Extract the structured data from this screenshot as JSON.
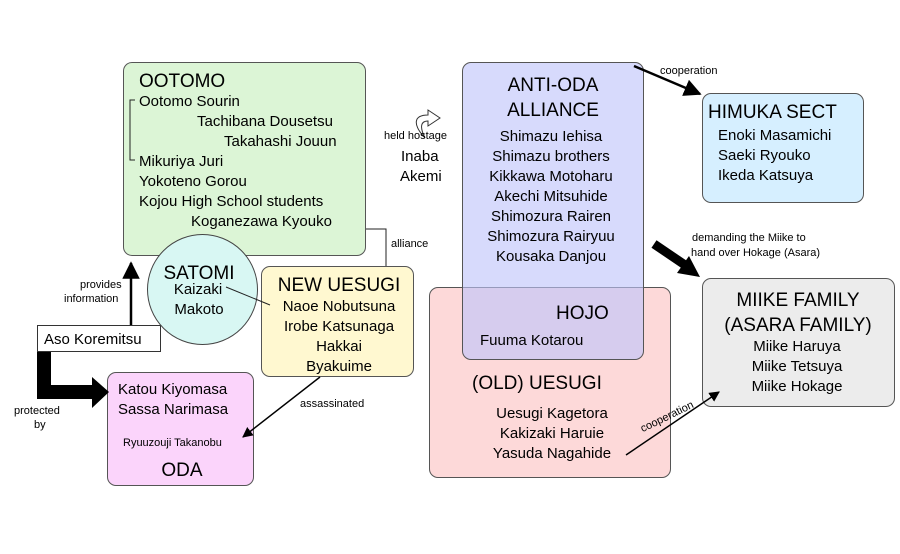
{
  "groups": {
    "ootomo": {
      "title": "OOTOMO",
      "members": [
        "Ootomo Sourin",
        "Tachibana Dousetsu",
        "Takahashi Jouun",
        "Mikuriya Juri",
        "Yokoteno Gorou",
        "Kojou High School students",
        "Koganezawa Kyouko"
      ],
      "color": "#dcf5d6"
    },
    "satomi": {
      "title": "SATOMI",
      "members": [
        "Kaizaki",
        "Makoto"
      ],
      "color": "#d8f7f3"
    },
    "new_uesugi": {
      "title": "NEW UESUGI",
      "members": [
        "Naoe Nobutsuna",
        "Irobe Katsunaga",
        "Hakkai",
        "Byakuime"
      ],
      "color": "#fff8d0"
    },
    "oda": {
      "title": "ODA",
      "members": [
        "Katou Kiyomasa",
        "Sassa Narimasa",
        "Ryuuzouji Takanobu"
      ],
      "color": "#fbd4fb"
    },
    "aso": {
      "label": "Aso Koremitsu"
    },
    "anti_oda": {
      "title_line1": "ANTI-ODA",
      "title_line2": "ALLIANCE",
      "members": [
        "Shimazu Iehisa",
        "Shimazu brothers",
        "Kikkawa Motoharu",
        "Akechi Mitsuhide",
        "Shimozura Rairen",
        "Shimozura Rairyuu",
        "Kousaka Danjou"
      ],
      "color": "#d6d8fb"
    },
    "hojo": {
      "title": "HOJO",
      "members": [
        "Fuuma Kotarou"
      ]
    },
    "old_uesugi": {
      "title": "(OLD) UESUGI",
      "members": [
        "Uesugi Kagetora",
        "Kakizaki Haruie",
        "Yasuda Nagahide"
      ],
      "color": "#fdd9d9"
    },
    "himuka": {
      "title": "HIMUKA SECT",
      "members": [
        "Enoki Masamichi",
        "Saeki Ryouko",
        "Ikeda Katsuya"
      ],
      "color": "#d6efff"
    },
    "miike": {
      "title_line1": "MIIKE FAMILY",
      "title_line2": "(ASARA FAMILY)",
      "members": [
        "Miike Haruya",
        "Miike Tetsuya",
        "Miike Hokage"
      ],
      "color": "#ececec"
    }
  },
  "hostage": {
    "label": "held hostage",
    "name_line1": "Inaba",
    "name_line2": "Akemi"
  },
  "relations": {
    "provides_info_line1": "provides",
    "provides_info_line2": "information",
    "protected_by_line1": "protected",
    "protected_by_line2": "by",
    "alliance": "alliance",
    "assassinated": "assassinated",
    "cooperation_top": "cooperation",
    "cooperation_bottom": "cooperation",
    "demanding_line1": "demanding the Miike to",
    "demanding_line2": "hand over Hokage (Asara)"
  }
}
